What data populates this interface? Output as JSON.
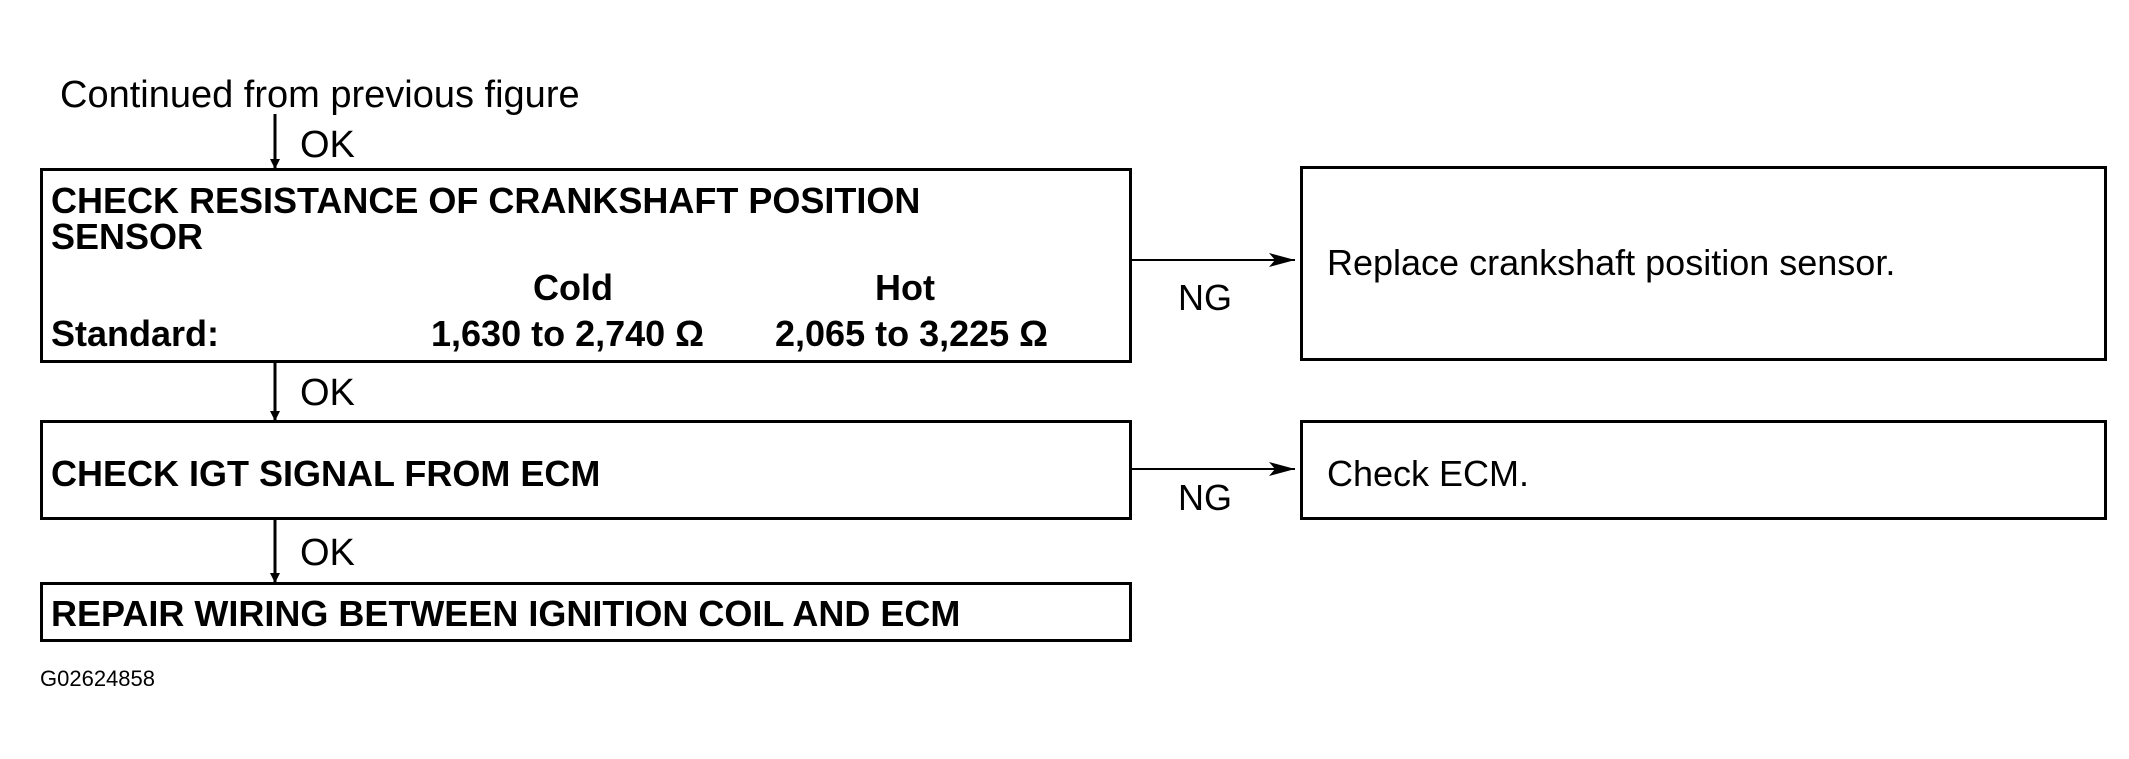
{
  "continued_label": "Continued from previous figure",
  "ok_label": "OK",
  "ng_label": "NG",
  "step1": {
    "title_line1": "CHECK RESISTANCE OF CRANKSHAFT POSITION",
    "title_line2": "SENSOR",
    "col_cold": "Cold",
    "col_hot": "Hot",
    "standard_label": "Standard:",
    "cold_value": "1,630 to 2,740 Ω",
    "hot_value": "2,065 to 3,225 Ω"
  },
  "result1": "Replace crankshaft position sensor.",
  "step2": {
    "title": "CHECK IGT SIGNAL FROM ECM"
  },
  "result2": "Check ECM.",
  "step3": {
    "title": "REPAIR WIRING BETWEEN IGNITION COIL AND ECM"
  },
  "figure_id": "G02624858"
}
